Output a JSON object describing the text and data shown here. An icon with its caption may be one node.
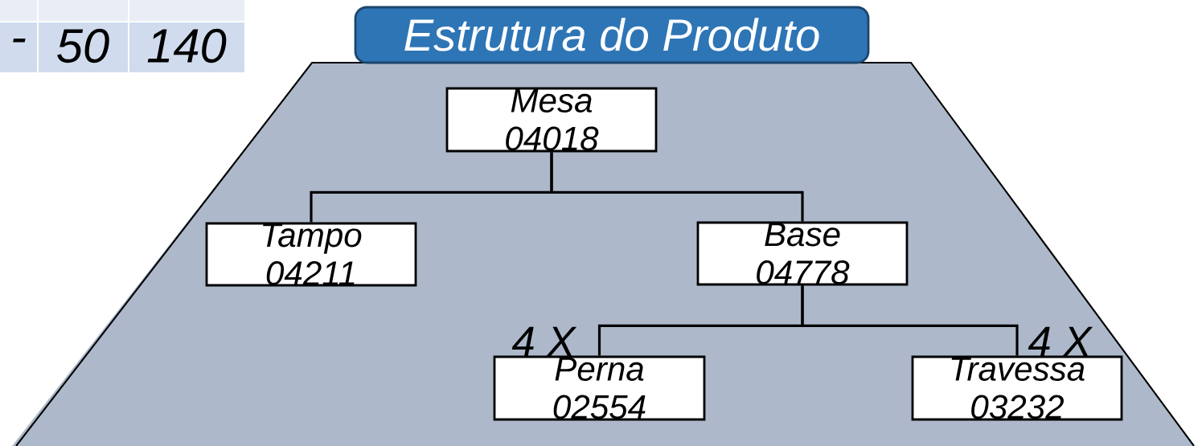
{
  "diagram": {
    "title": "Estrutura do Produto",
    "nodes": [
      {
        "text": [
          "Mesa",
          "04018"
        ]
      },
      {
        "text": [
          "Tampo",
          "04211"
        ]
      },
      {
        "text": [
          "Base",
          "04778"
        ]
      },
      {
        "text": [
          "Perna",
          "02554"
        ],
        "beside": [
          "4 X"
        ]
      },
      {
        "text": [
          "Travessa",
          "03232"
        ],
        "beside": [
          "4 X"
        ]
      }
    ],
    "edges": [
      {
        "from": 0,
        "to": 1,
        "arrow": "none"
      },
      {
        "from": 0,
        "to": 2,
        "arrow": "none"
      },
      {
        "from": 2,
        "to": 3,
        "arrow": "none"
      },
      {
        "from": 2,
        "to": 4,
        "arrow": "none"
      }
    ],
    "labels": [
      "-",
      "50",
      "140"
    ]
  }
}
